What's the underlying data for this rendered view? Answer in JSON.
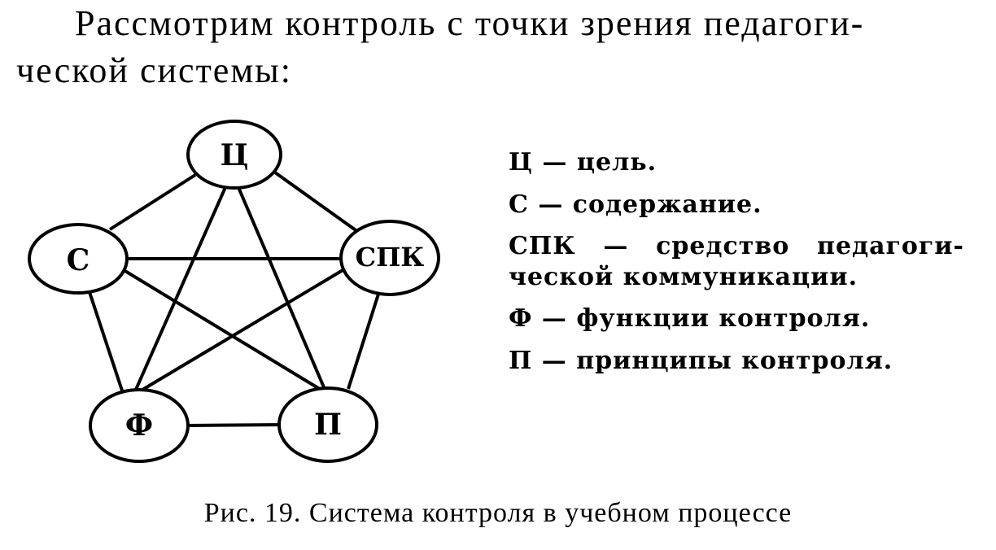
{
  "intro": {
    "line1": "Рассмотрим контроль с точки зрения педагоги-",
    "line2": "ческой системы:"
  },
  "diagram": {
    "nodes": {
      "top": "Ц",
      "left": "С",
      "right": "СПК",
      "bottom_left": "Ф",
      "bottom_right": "П"
    }
  },
  "legend": {
    "items": [
      {
        "lines": [
          "Ц — цель."
        ]
      },
      {
        "lines": [
          "С — содержание."
        ]
      },
      {
        "lines": [
          "СПК — средство педагоги-",
          "ческой коммуникации."
        ]
      },
      {
        "lines": [
          "Ф — функции контроля."
        ]
      },
      {
        "lines": [
          "П — принципы контроля."
        ]
      }
    ]
  },
  "caption": "Рис. 19. Система контроля в учебном процессе"
}
